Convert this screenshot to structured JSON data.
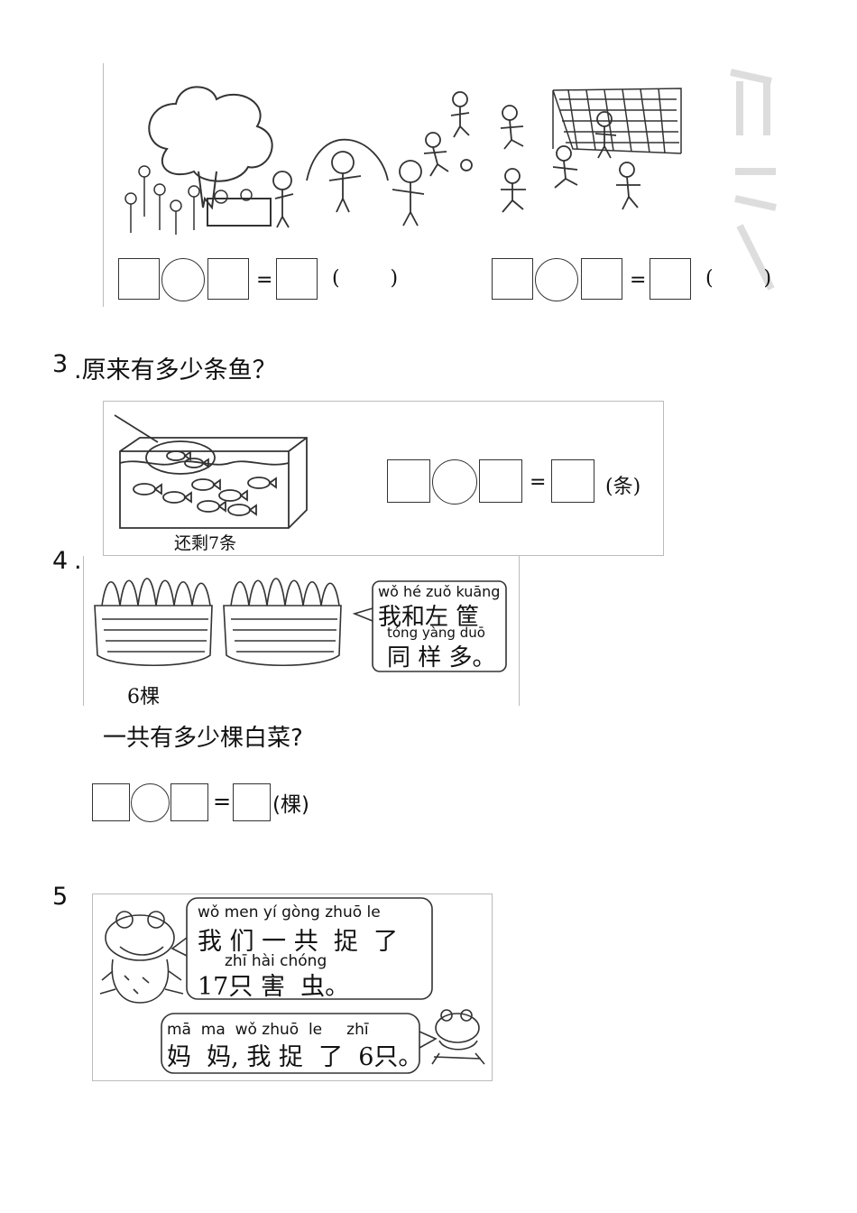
{
  "section2": {
    "unit_left": "(        )",
    "unit_right": "(        )",
    "equals": "="
  },
  "q3": {
    "number": "3",
    "question": ".原来有多少条鱼？",
    "caption": "还剩7条",
    "unit": "(条)",
    "equals": "="
  },
  "q4": {
    "number": "4",
    "dot": ".",
    "caption": "6棵",
    "bubble_pinyin_1": "wǒ hé zuǒ kuāng",
    "bubble_hanzi_1": "我和左 筐",
    "bubble_pinyin_2": "tóng yàng duō",
    "bubble_hanzi_2": "同 样 多。",
    "question": "一共有多少棵白菜?",
    "unit": "(棵)",
    "equals": "="
  },
  "q5": {
    "number": "5",
    "bubble1_pinyin_1": "wǒ men yí gòng zhuō le",
    "bubble1_hanzi_1": "我 们 一 共  捉  了",
    "bubble1_pinyin_2": "zhī hài chóng",
    "bubble1_hanzi_2": "17只 害  虫。",
    "bubble2_pinyin": "mā  ma  wǒ zhuō  le     zhī",
    "bubble2_hanzi": "妈  妈, 我 捉  了  6只。"
  }
}
